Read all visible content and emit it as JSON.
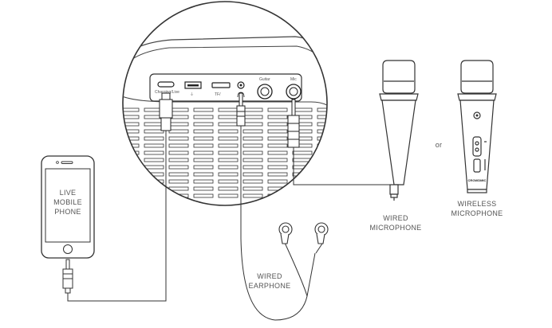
{
  "labels": {
    "phone_line1": "LIVE",
    "phone_line2": "MOBILE",
    "phone_line3": "PHONE",
    "wired_mic_line1": "WIRED",
    "wired_mic_line2": "MICROPHONE",
    "or": "or",
    "wireless_mic_line1": "WIRELESS",
    "wireless_mic_line2": "MICROPHONE",
    "earphone_line1": "WIRED",
    "earphone_line2": "EARPHONE"
  },
  "ports": {
    "charging": "Charging/Live",
    "guitar": "Guitar",
    "mic": "Mic",
    "tf": "TF/"
  },
  "brand": "CROWDMIC",
  "colors": {
    "stroke": "#3a3a3a",
    "text": "#555555"
  }
}
